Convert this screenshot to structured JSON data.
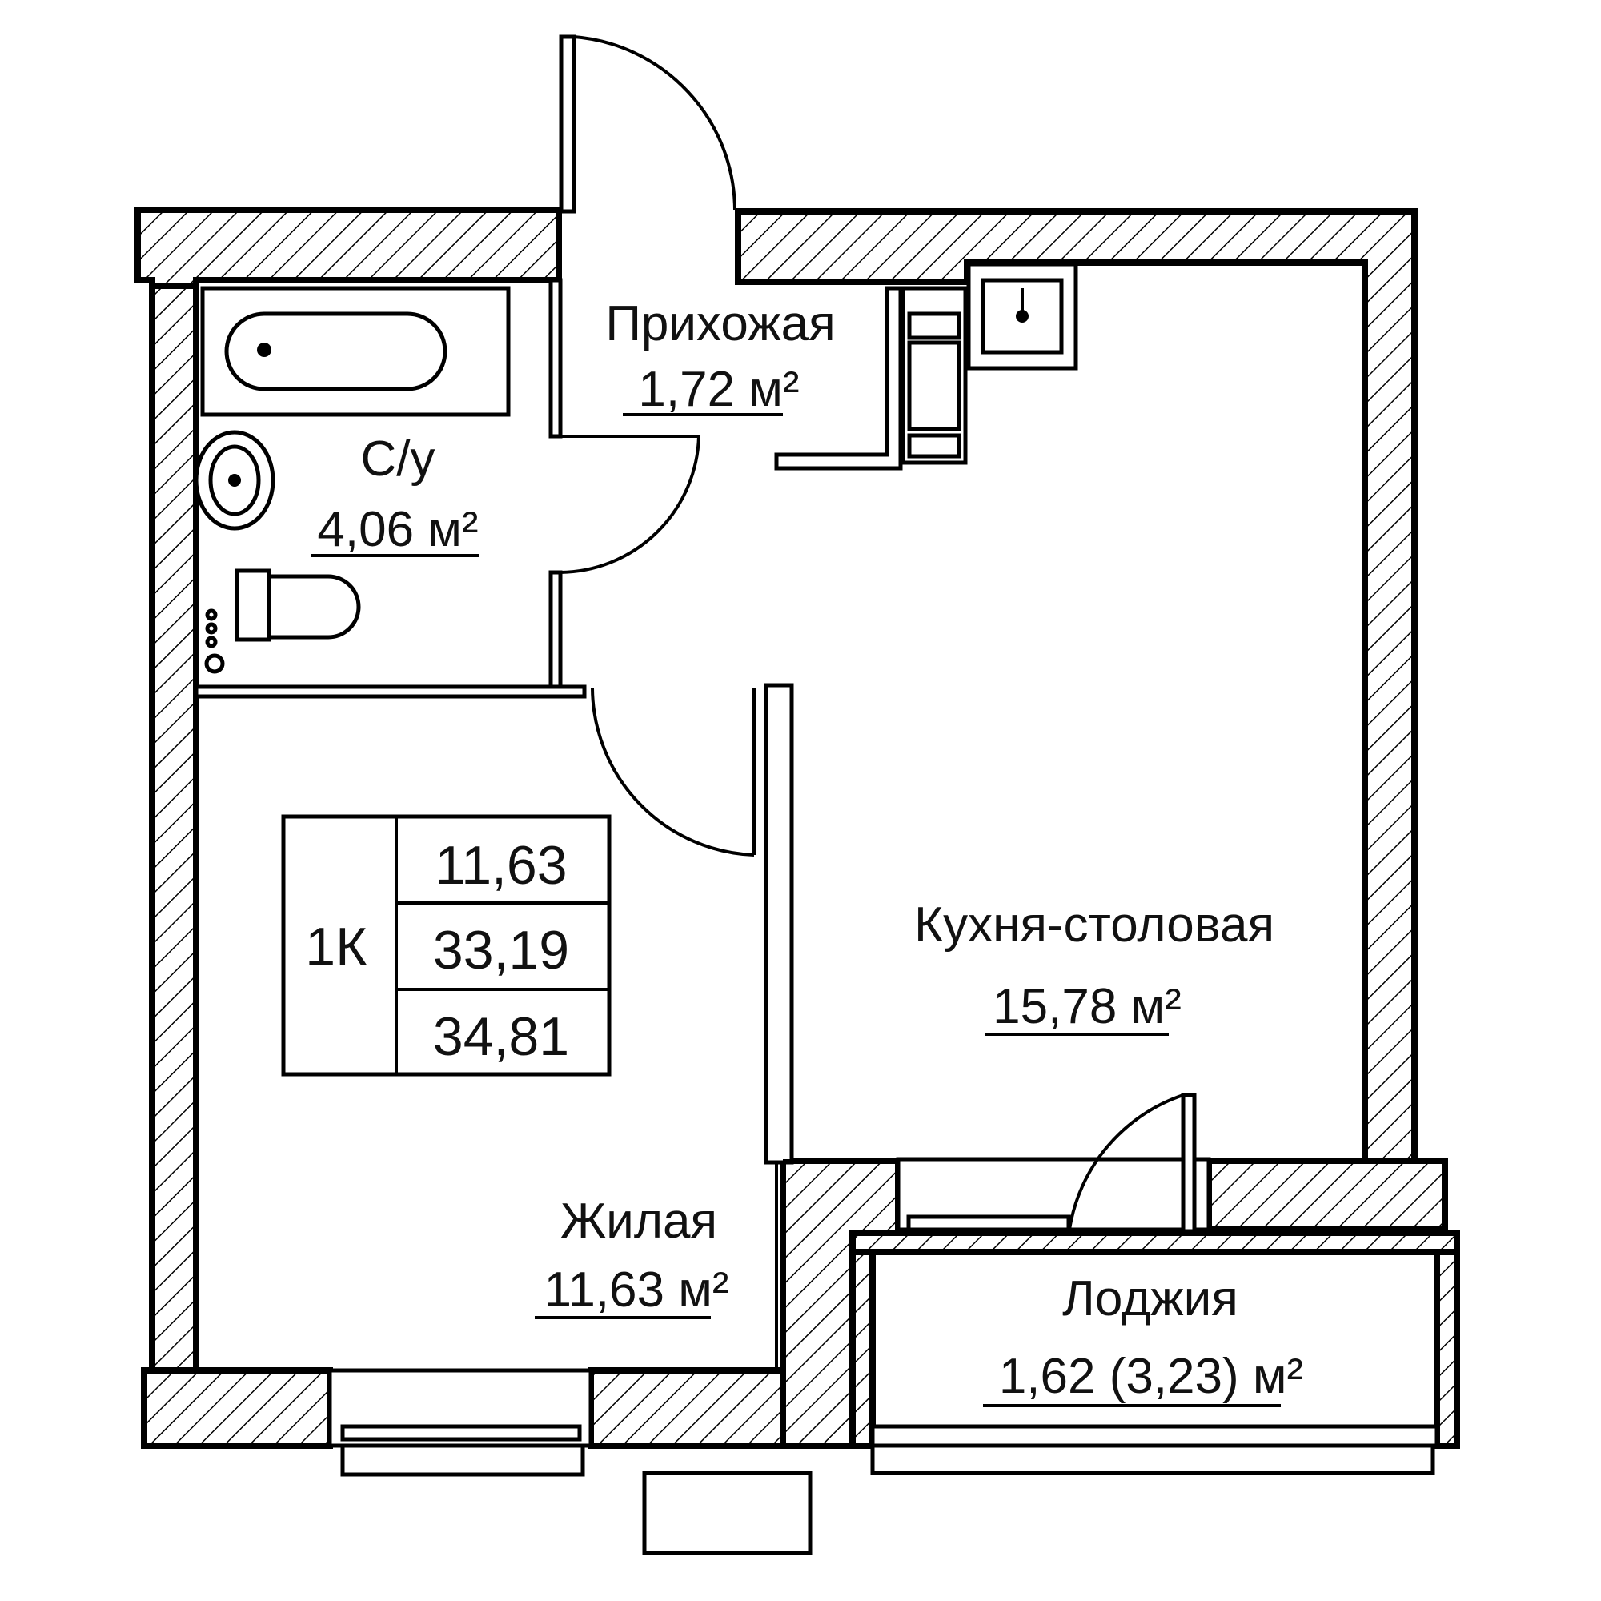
{
  "rooms": {
    "hall": {
      "name": "Прихожая",
      "area": "1,72 м²"
    },
    "bathroom": {
      "name": "С/у",
      "area": "4,06 м²"
    },
    "kitchen": {
      "name": "Кухня-столовая",
      "area": "15,78 м²"
    },
    "living": {
      "name": "Жилая",
      "area": "11,63 м²"
    },
    "loggia": {
      "name": "Лоджия",
      "area": "1,62 (3,23) м²"
    }
  },
  "summary": {
    "type": "1К",
    "living_area": "11,63",
    "total_area": "33,19",
    "total_with_loggia": "34,81"
  }
}
